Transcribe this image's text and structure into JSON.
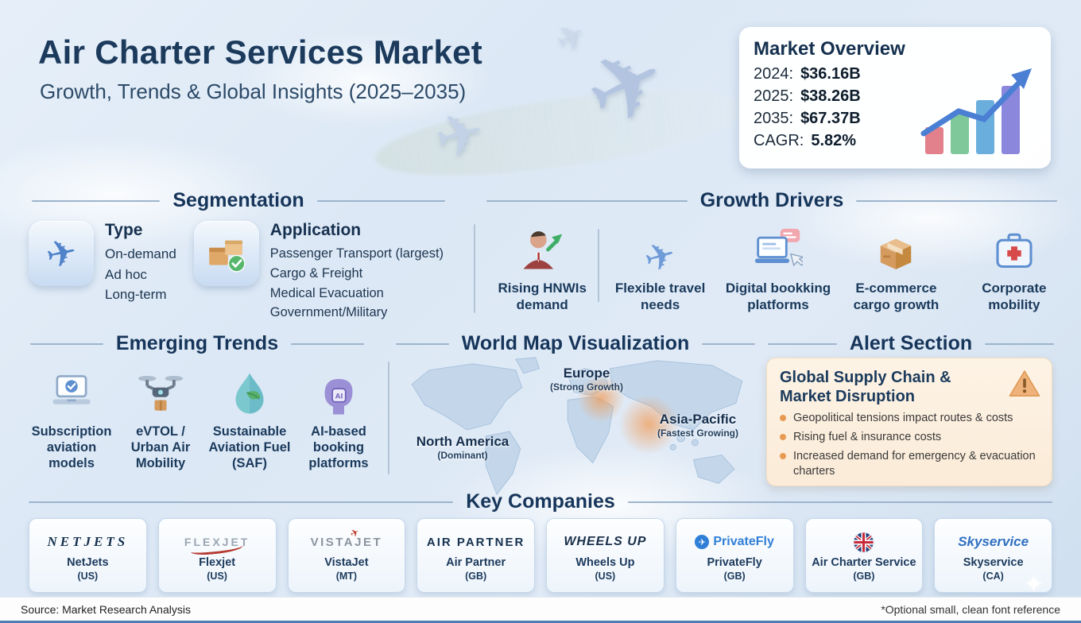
{
  "header": {
    "title": "Air Charter Services Market",
    "subtitle": "Growth, Trends & Global Insights (2025–2035)"
  },
  "market_overview": {
    "title": "Market Overview",
    "stats": [
      {
        "label": "2024:",
        "value": "$36.16B"
      },
      {
        "label": "2025:",
        "value": "$38.26B"
      },
      {
        "label": "2035:",
        "value": "$67.37B"
      },
      {
        "label": "CAGR:",
        "value": "5.82%"
      }
    ],
    "chart_icon": "growth-bars-arrow-icon"
  },
  "segmentation": {
    "title": "Segmentation",
    "type_group": {
      "heading": "Type",
      "icon": "airplane-icon",
      "items": [
        "On-demand",
        "Ad hoc",
        "Long-term"
      ]
    },
    "application_group": {
      "heading": "Application",
      "icon": "cargo-boxes-check-icon",
      "items": [
        "Passenger Transport (largest)",
        "Cargo & Freight",
        "Medical Evacuation",
        "Government/Military"
      ]
    }
  },
  "growth_drivers": {
    "title": "Growth Drivers",
    "items": [
      {
        "icon": "businessman-growth-icon",
        "label": "Rising HNWIs demand"
      },
      {
        "icon": "flexible-plane-icon",
        "label": "Flexible travel needs"
      },
      {
        "icon": "digital-booking-icon",
        "label": "Digital bookking platforms"
      },
      {
        "icon": "cargo-box-icon",
        "label": "E-commerce cargo growth"
      },
      {
        "icon": "corporate-kit-icon",
        "label": "Corporate mobility"
      }
    ]
  },
  "emerging_trends": {
    "title": "Emerging Trends",
    "items": [
      {
        "icon": "laptop-check-icon",
        "label": "Subscription aviation models"
      },
      {
        "icon": "drone-icon",
        "label": "eVTOL / Urban Air Mobility"
      },
      {
        "icon": "eco-fuel-drop-icon",
        "label": "Sustainable Aviation Fuel (SAF)"
      },
      {
        "icon": "ai-head-icon",
        "label": "AI-based booking platforms"
      }
    ]
  },
  "world_map": {
    "title": "World Map Visualization",
    "regions": [
      {
        "name": "North America",
        "note": "(Dominant)"
      },
      {
        "name": "Europe",
        "note": "(Strong Growth)"
      },
      {
        "name": "Asia-Pacific",
        "note": "(Fastest Growing)"
      }
    ]
  },
  "alert": {
    "title": "Alert Section",
    "card_title": "Global Supply Chain & Market Disruption",
    "icon": "warning-triangle-icon",
    "bullets": [
      "Geopolitical tensions impact routes & costs",
      "Rising fuel & insurance costs",
      "Increased demand for emergency & evacuation charters"
    ]
  },
  "companies": {
    "title": "Key Companies",
    "items": [
      {
        "logo_text": "NETJETS",
        "name": "NetJets",
        "country": "(US)"
      },
      {
        "logo_text": "FLEXJET",
        "name": "Flexjet",
        "country": "(US)"
      },
      {
        "logo_text": "VISTAJET",
        "name": "VistaJet",
        "country": "(MT)"
      },
      {
        "logo_text": "AIR PARTNER",
        "name": "Air Partner",
        "country": "(GB)"
      },
      {
        "logo_text": "WHEELS UP",
        "name": "Wheels Up",
        "country": "(US)"
      },
      {
        "logo_text": "PrivateFly",
        "name": "PrivateFly",
        "country": "(GB)"
      },
      {
        "logo_text": "",
        "logo_icon": "uk-flag-icon",
        "name": "Air Charter Service",
        "country": "(GB)"
      },
      {
        "logo_text": "Skyservice",
        "name": "Skyservice",
        "country": "(CA)"
      }
    ]
  },
  "footer": {
    "source": "Source: Market Research Analysis",
    "note": "*Optional small, clean font reference"
  },
  "colors": {
    "title_navy": "#1b3a5c",
    "accent_orange": "#e79a52",
    "alert_bg": "#fdf3e5",
    "card_border": "#c5d8ec",
    "background": "#dce8f5"
  }
}
